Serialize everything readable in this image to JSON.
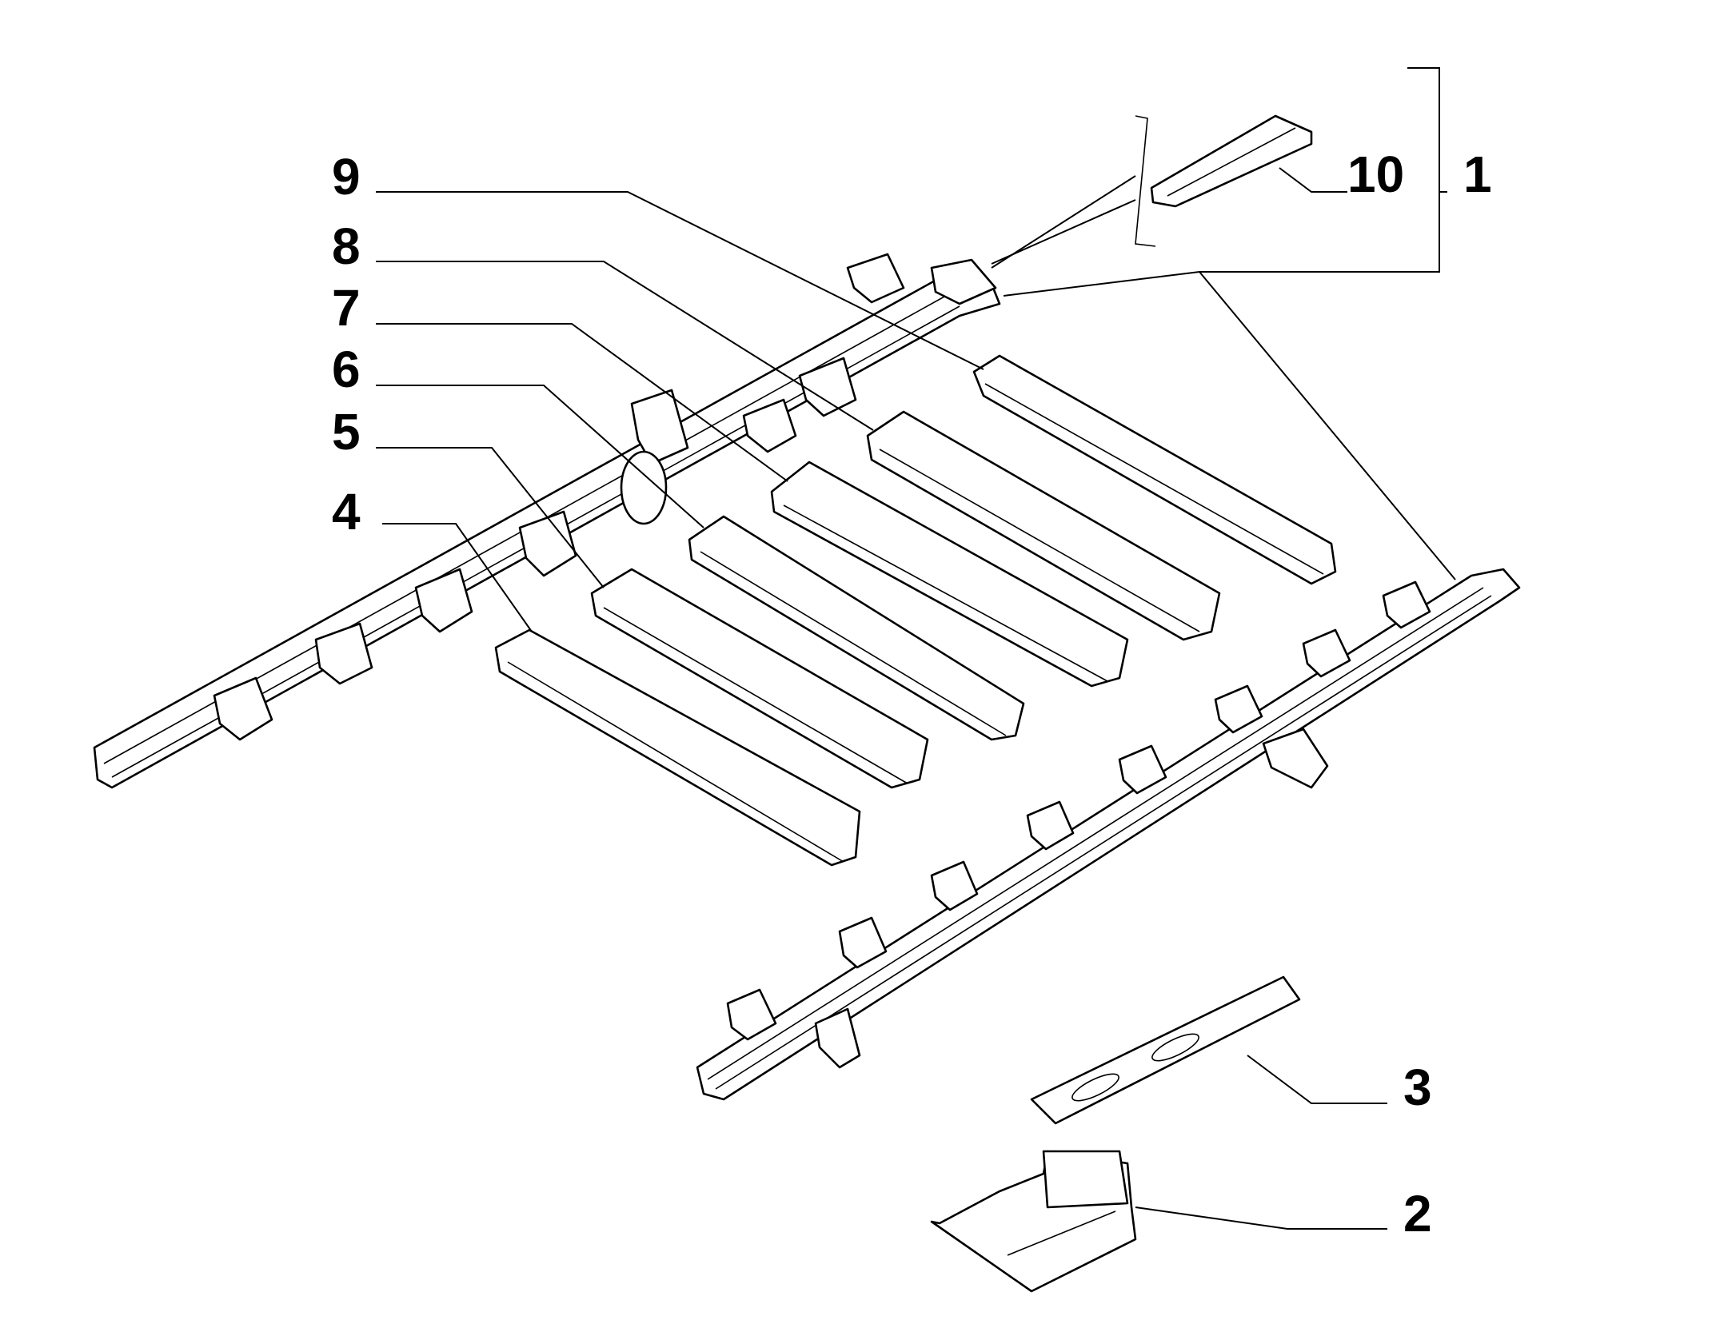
{
  "callouts": [
    {
      "id": "c9",
      "text": "9"
    },
    {
      "id": "c8",
      "text": "8"
    },
    {
      "id": "c7",
      "text": "7"
    },
    {
      "id": "c6",
      "text": "6"
    },
    {
      "id": "c5",
      "text": "5"
    },
    {
      "id": "c4",
      "text": "4"
    },
    {
      "id": "c10",
      "text": "10"
    },
    {
      "id": "c1",
      "text": "1"
    },
    {
      "id": "c3",
      "text": "3"
    },
    {
      "id": "c2",
      "text": "2"
    }
  ]
}
